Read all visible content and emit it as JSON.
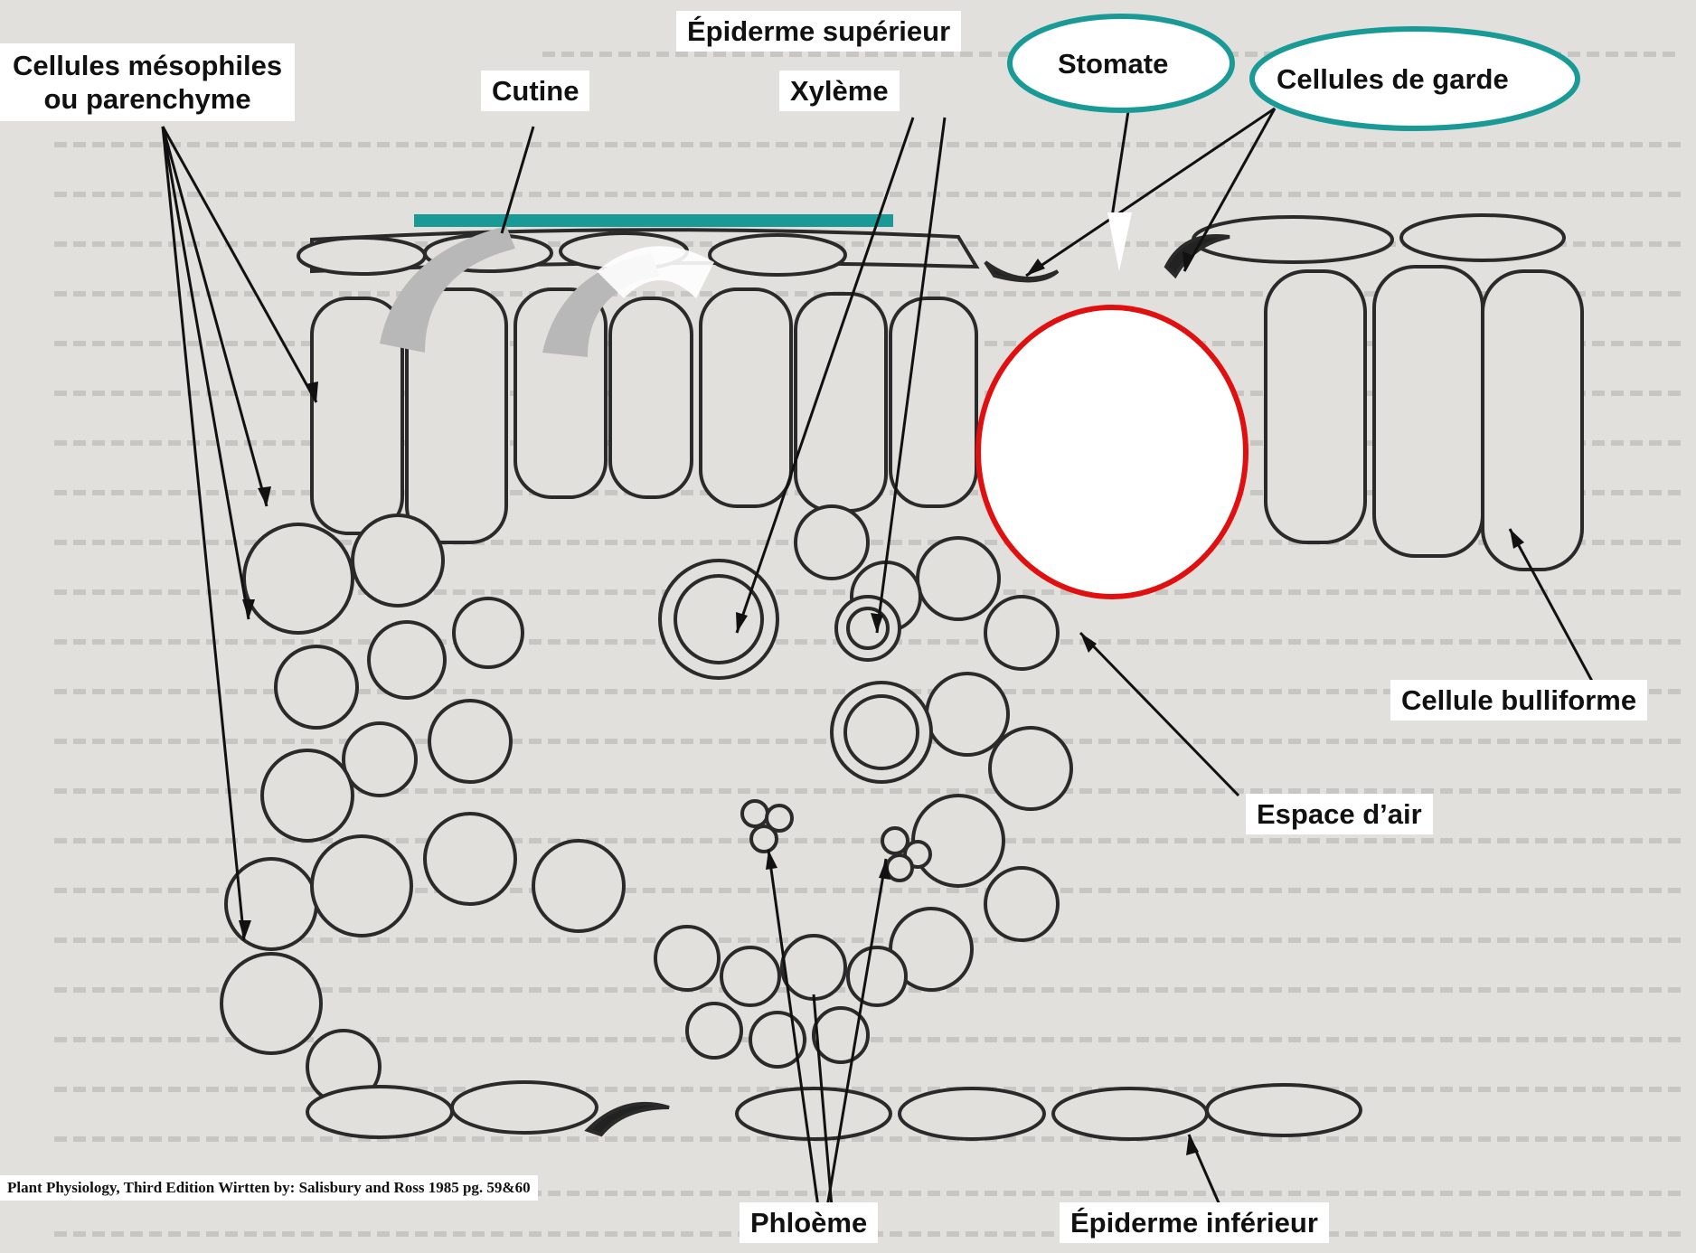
{
  "labels": {
    "mesophyll": "Cellules mésophiles\nou parenchyme",
    "cutine": "Cutine",
    "epiderme_superieur": "Épiderme supérieur",
    "xyleme": "Xylème",
    "stomate": "Stomate",
    "cellules_de_garde": "Cellules de garde",
    "cellule_bulliforme": "Cellule bulliforme",
    "espace_air": "Espace d’air",
    "phloeme": "Phloème",
    "epiderme_inferieur": "Épiderme inférieur"
  },
  "credit": "Plant Physiology, Third Edition  Wirtten by: Salisbury and Ross  1985   pg. 59&60",
  "colors": {
    "highlight_line": "#1a9a96",
    "stomate_ellipse": "#1a9a96",
    "air_space_circle": "#e01010",
    "cell_outline": "#2a2a2a",
    "grey_arrow": "#b8b8b8"
  }
}
